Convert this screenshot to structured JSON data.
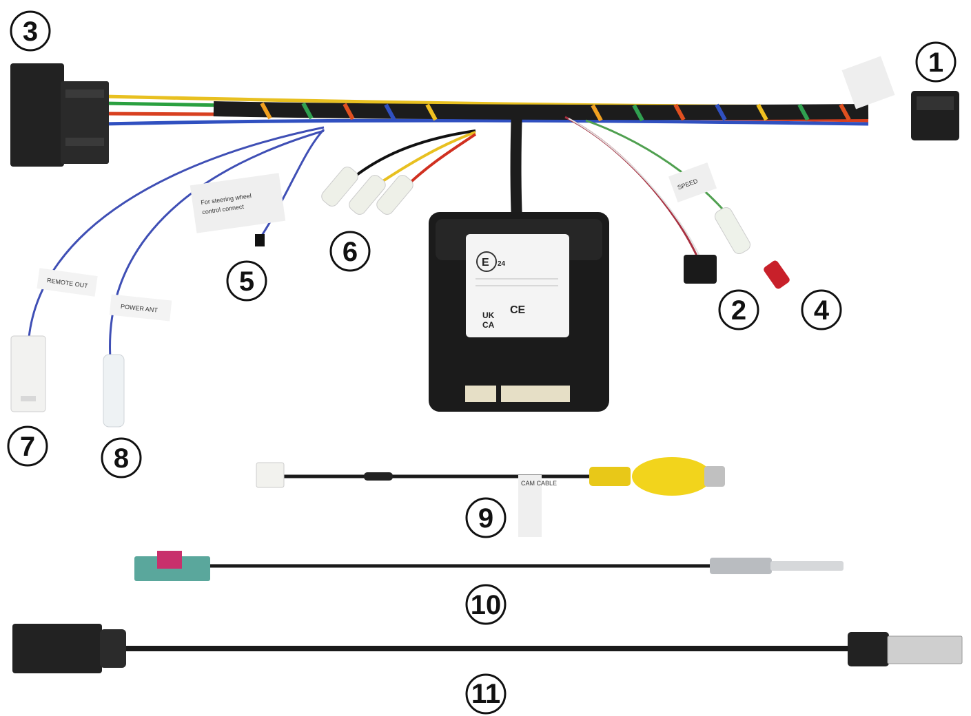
{
  "callouts": [
    {
      "label": "1"
    },
    {
      "label": "2"
    },
    {
      "label": "3"
    },
    {
      "label": "4"
    },
    {
      "label": "5"
    },
    {
      "label": "6"
    },
    {
      "label": "7"
    },
    {
      "label": "8"
    },
    {
      "label": "9"
    },
    {
      "label": "10"
    },
    {
      "label": "11"
    }
  ],
  "tags": {
    "remote_out": "REMOTE OUT",
    "power_ant": "POWER ANT",
    "camera_cable": "CAM CABLE",
    "speed_signal": "SPEED",
    "notice_1": "For steering wheel",
    "notice_2": "control connect"
  },
  "module": {
    "marks": {
      "ce": "CE",
      "ukca_1": "UK",
      "ukca_2": "CA",
      "e_mark": "E",
      "e_mark_num": "24"
    }
  },
  "colors": {
    "loom": "#1c1c1c",
    "module": "#1b1b1b",
    "blue_wire": "#3f4fb5",
    "rca_yellow": "#f2d41c",
    "fakra_teal": "#5aa79c",
    "fakra_pink": "#c8306c",
    "red_terminal": "#c8202a"
  }
}
